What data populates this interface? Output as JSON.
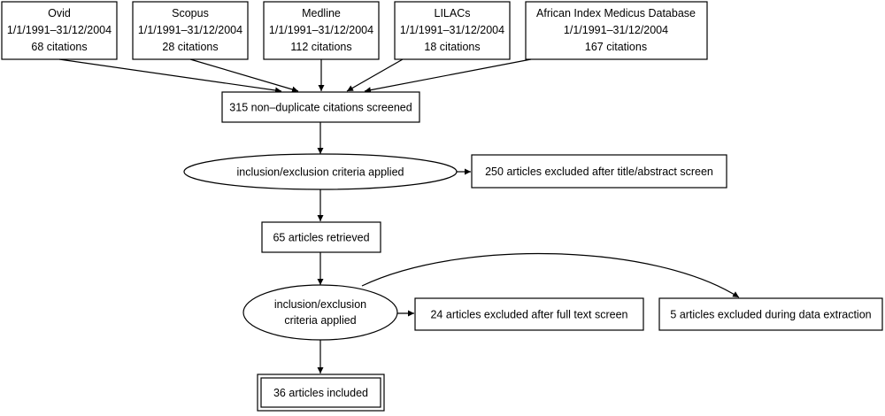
{
  "sources": [
    {
      "name": "Ovid",
      "dates": "1/1/1991–31/12/2004",
      "citations": "68 citations"
    },
    {
      "name": "Scopus",
      "dates": "1/1/1991–31/12/2004",
      "citations": "28 citations"
    },
    {
      "name": "Medline",
      "dates": "1/1/1991–31/12/2004",
      "citations": "112 citations"
    },
    {
      "name": "LILACs",
      "dates": "1/1/1991–31/12/2004",
      "citations": "18 citations"
    },
    {
      "name": "African Index Medicus Database",
      "dates": "1/1/1991–31/12/2004",
      "citations": "167 citations"
    }
  ],
  "screened": "315 non–duplicate citations screened",
  "criteria_1": "inclusion/exclusion criteria applied",
  "excluded_title": "250 articles excluded after title/abstract screen",
  "retrieved": "65 articles retrieved",
  "criteria_2_line1": "inclusion/exclusion",
  "criteria_2_line2": "criteria applied",
  "excluded_fulltext": "24 articles excluded after full text screen",
  "excluded_extraction": "5 articles excluded during data extraction",
  "included": "36 articles included"
}
